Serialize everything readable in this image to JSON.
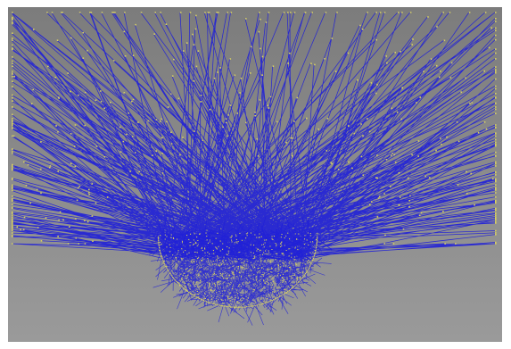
{
  "scene": {
    "description_kind": "3d-render",
    "colors": {
      "background_top": "#7c7c7c",
      "background_bottom": "#9a9a9a",
      "frame": "#ffffff",
      "edge_lines": "#1f1fd8",
      "node_points": "#d8d060"
    },
    "icons": {
      "hemisphere": "dense-hemisphere-mesh",
      "rays": "radiating-line-graph"
    }
  }
}
